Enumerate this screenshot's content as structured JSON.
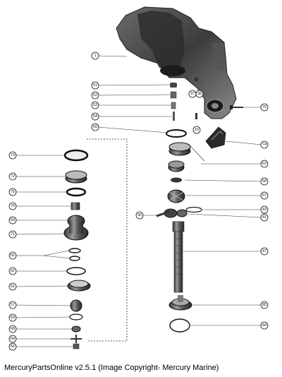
{
  "caption": "MercuryPartsOnline v2.5.1 (Image Copyright- Mercury Marine)",
  "callouts": {
    "c1": "1",
    "c51": "51",
    "c52": "52",
    "c53": "53",
    "c54": "54",
    "c55": "55",
    "c37": "37",
    "c38": "38",
    "c70": "70",
    "c16": "16",
    "c74": "74",
    "c63": "63",
    "c58": "58",
    "c67": "67",
    "c43": "43",
    "c41": "41",
    "c71": "71",
    "c73": "73",
    "c72": "72",
    "c75": "75",
    "c76": "76",
    "c60": "60",
    "c65": "65",
    "c62": "62",
    "c61": "61",
    "c57": "57",
    "c59": "59",
    "c90": "90",
    "c68": "68",
    "c47": "47",
    "c85": "85",
    "c84": "84",
    "c64": "64",
    "c56": "56"
  }
}
